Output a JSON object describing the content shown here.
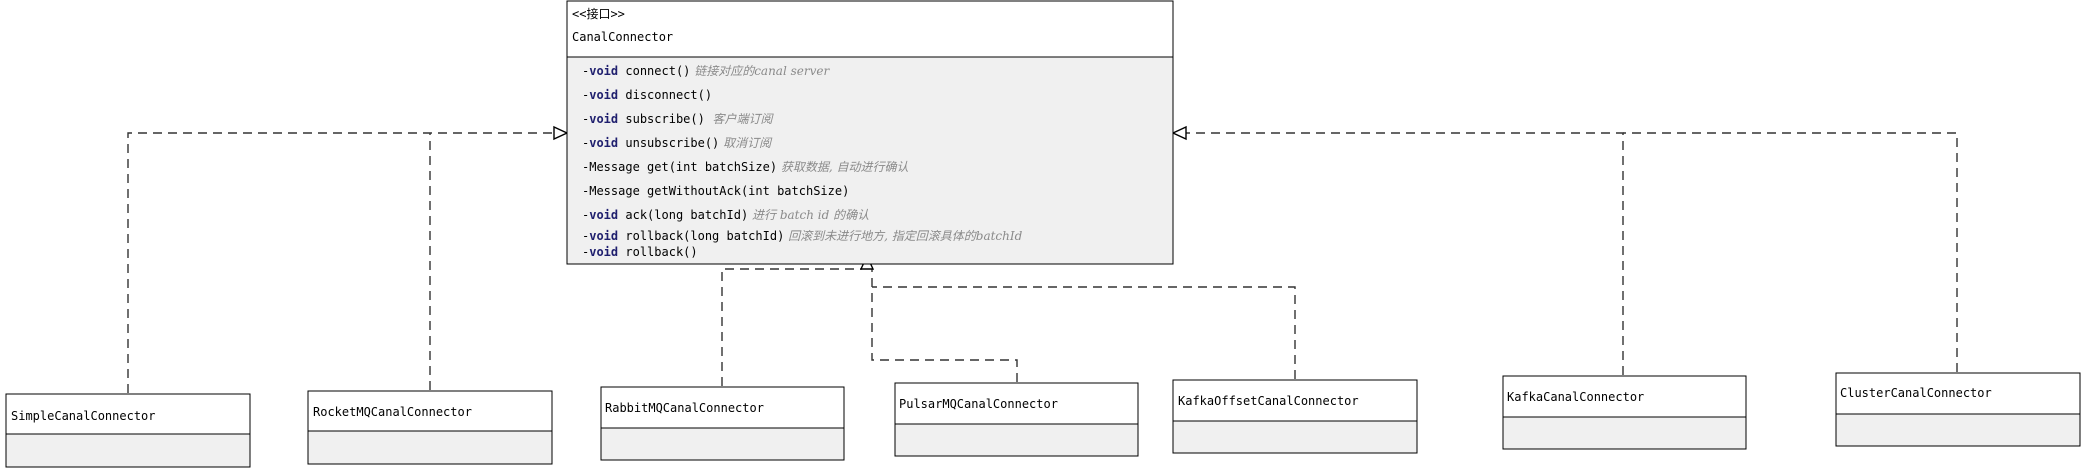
{
  "interface": {
    "stereotype": "<<接口>>",
    "name": "CanalConnector",
    "methods": [
      {
        "vis": "-",
        "type": "void",
        "sig": " connect()",
        "comment": " 链接对应的canal server"
      },
      {
        "vis": "-",
        "type": "void",
        "sig": " disconnect()",
        "comment": ""
      },
      {
        "vis": "-",
        "type": "void",
        "sig": " subscribe()",
        "comment": "  客户端订阅"
      },
      {
        "vis": "-",
        "type": "void",
        "sig": " unsubscribe()",
        "comment": " 取消订阅"
      },
      {
        "vis": "-",
        "type": "Message",
        "sig": " get(int batchSize)",
        "comment": " 获取数据, 自动进行确认"
      },
      {
        "vis": "-",
        "type": "Message",
        "sig": " getWithoutAck(int batchSize)",
        "comment": ""
      },
      {
        "vis": "-",
        "type": "void",
        "sig": " ack(long batchId)",
        "comment": " 进行 batch id 的确认"
      },
      {
        "vis": "-",
        "type": "void",
        "sig": " rollback(long batchId)",
        "comment": " 回滚到未进行地方, 指定回滚具体的batchId"
      },
      {
        "vis": "-",
        "type": "void",
        "sig": " rollback()",
        "comment": ""
      }
    ]
  },
  "classes": [
    {
      "name": "SimpleCanalConnector"
    },
    {
      "name": "RocketMQCanalConnector"
    },
    {
      "name": "RabbitMQCanalConnector"
    },
    {
      "name": "PulsarMQCanalConnector"
    },
    {
      "name": "KafkaOffsetCanalConnector"
    },
    {
      "name": "KafkaCanalConnector"
    },
    {
      "name": "ClusterCanalConnector"
    }
  ]
}
